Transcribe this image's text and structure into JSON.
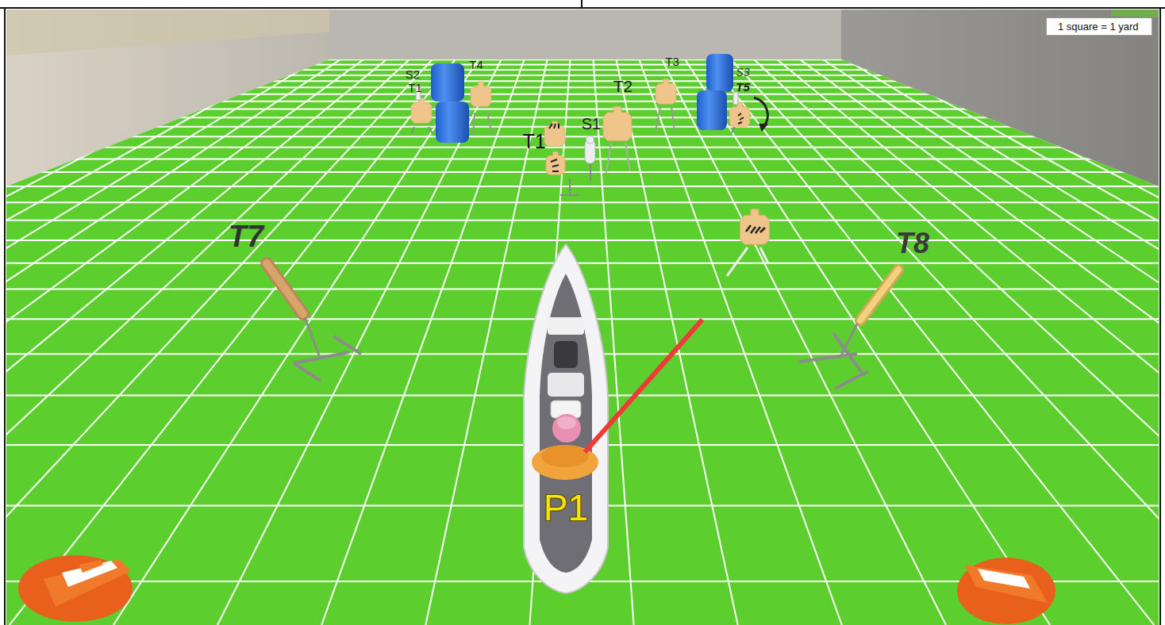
{
  "diagram": {
    "nodes": [
      {
        "text": [
          "1 square = 1 yard"
        ]
      }
    ],
    "labels": [
      "S2",
      "T1",
      "T4",
      "T3",
      "S3",
      "T5",
      "T2",
      "T1",
      "S1",
      "T7",
      "T8",
      "P1"
    ]
  }
}
